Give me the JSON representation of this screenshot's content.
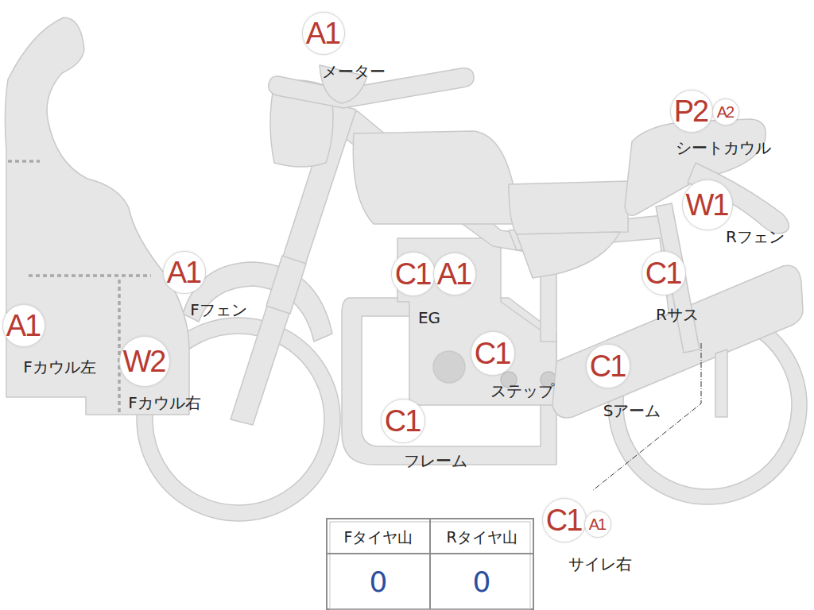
{
  "diagram": {
    "nodes": [
      {
        "text": [
          "A1"
        ]
      },
      {
        "text": [
          "P2"
        ]
      },
      {
        "text": [
          "A2"
        ]
      },
      {
        "text": [
          "W1"
        ]
      },
      {
        "text": [
          "A1"
        ]
      },
      {
        "text": [
          "C1"
        ]
      },
      {
        "text": [
          "A1"
        ]
      },
      {
        "text": [
          "C1"
        ]
      },
      {
        "text": [
          "A1"
        ]
      },
      {
        "text": [
          "C1"
        ]
      },
      {
        "text": [
          "W2"
        ]
      },
      {
        "text": [
          "C1"
        ]
      },
      {
        "text": [
          "C1"
        ]
      },
      {
        "text": [
          "C1"
        ]
      },
      {
        "text": [
          "A1"
        ]
      }
    ],
    "labels": [
      "メーター",
      "シートカウル",
      "Rフェン",
      "Fフェン",
      "EG",
      "Rサス",
      "Fカウル左",
      "ステップ",
      "Fカウル右",
      "Sアーム",
      "フレーム",
      "サイレ右",
      "Fタイヤ山",
      "Rタイヤ山",
      "0",
      "0"
    ]
  }
}
